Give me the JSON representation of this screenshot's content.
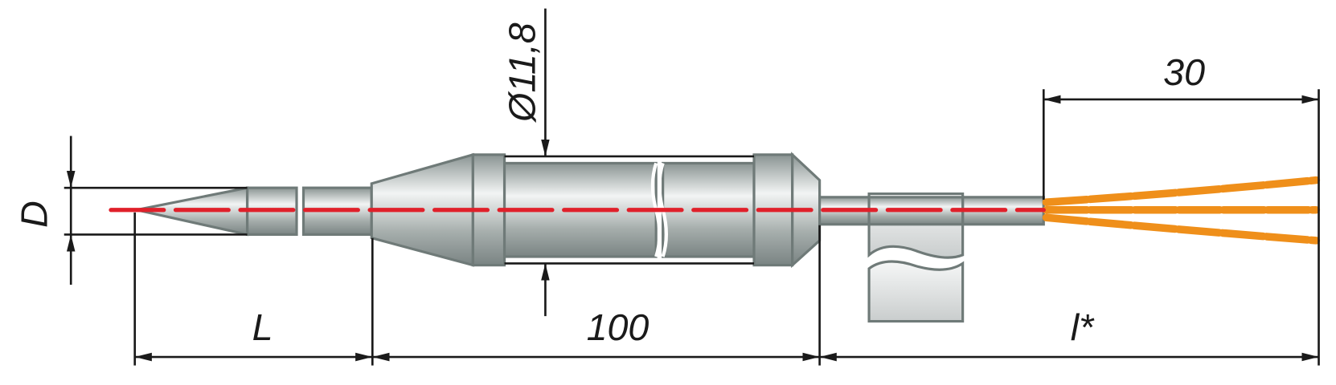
{
  "title": "Thermocouple probe dimension drawing",
  "dimensions": {
    "diameter_probe": "D",
    "probe_length": "L",
    "body_length": "100",
    "body_diameter": "Ø11,8",
    "lead_strip": "30",
    "lead_length": "l*"
  },
  "colors": {
    "centerline": "#e0202a",
    "wire": "#ef8f1a",
    "metal_dark": "#7d8886",
    "metal_light": "#eef0f0",
    "dimension_lines": "#1a1a1a"
  }
}
